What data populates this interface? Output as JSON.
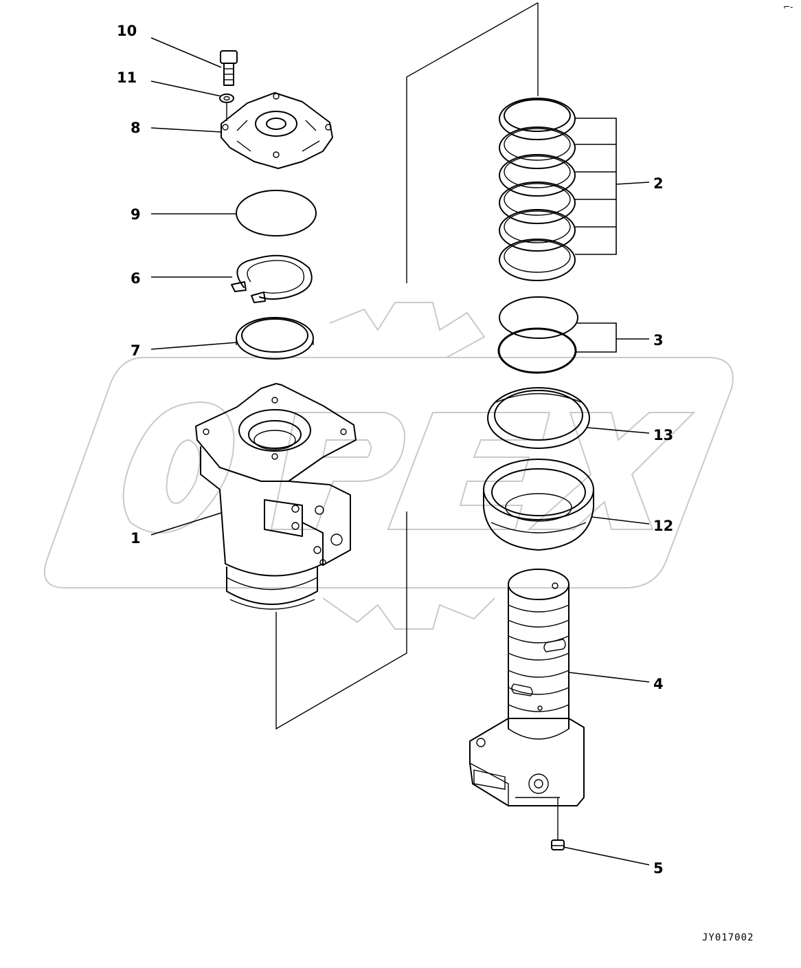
{
  "drawing": {
    "code": "JY017002",
    "corner_mark": "⌐-"
  },
  "watermark": {
    "text": "OPEX"
  },
  "callouts": [
    {
      "id": "1",
      "label": "1"
    },
    {
      "id": "2",
      "label": "2"
    },
    {
      "id": "3",
      "label": "3"
    },
    {
      "id": "4",
      "label": "4"
    },
    {
      "id": "5",
      "label": "5"
    },
    {
      "id": "6",
      "label": "6"
    },
    {
      "id": "7",
      "label": "7"
    },
    {
      "id": "8",
      "label": "8"
    },
    {
      "id": "9",
      "label": "9"
    },
    {
      "id": "10",
      "label": "10"
    },
    {
      "id": "11",
      "label": "11"
    },
    {
      "id": "12",
      "label": "12"
    },
    {
      "id": "13",
      "label": "13"
    }
  ]
}
